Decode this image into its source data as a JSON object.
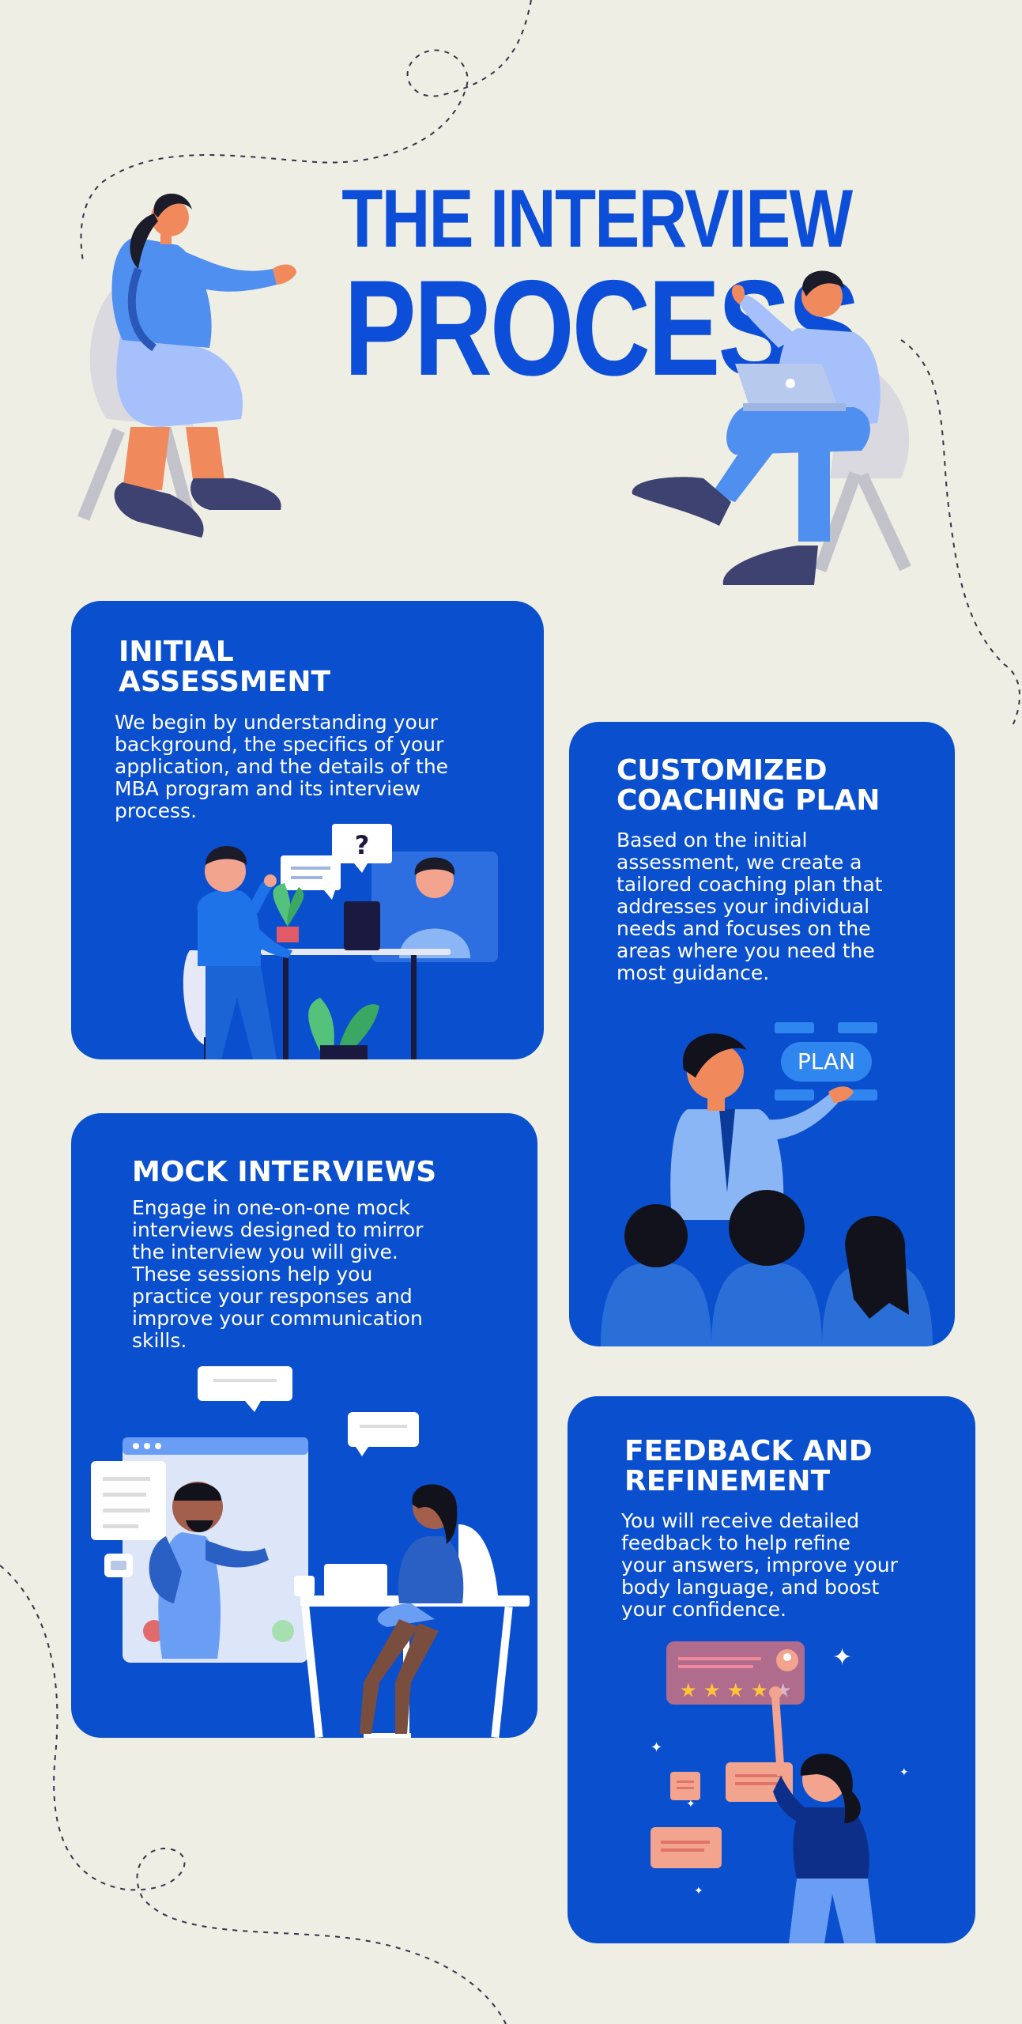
{
  "header": {
    "title_line1": "THE INTERVIEW",
    "title_line2": "PROCESS"
  },
  "cards": {
    "initial": {
      "title_line1": "INITIAL",
      "title_line2": "ASSESSMENT",
      "body": [
        "We begin by understanding your",
        "background, the specifics of your",
        "application, and the details of the",
        "MBA program and its interview",
        "process."
      ]
    },
    "coaching": {
      "title_line1": "CUSTOMIZED",
      "title_line2": "COACHING PLAN",
      "body": [
        "Based on the initial",
        "assessment, we create a",
        "tailored coaching plan that",
        "addresses your individual",
        "needs and focuses on the",
        "areas where you need the",
        "most guidance."
      ],
      "badge": "PLAN"
    },
    "mock": {
      "title_line1": "MOCK INTERVIEWS",
      "body": [
        "Engage in one-on-one mock",
        "interviews designed to mirror",
        "the interview you will give.",
        "These sessions help you",
        "practice your responses and",
        "improve your communication",
        "skills."
      ]
    },
    "feedback": {
      "title_line1": "FEEDBACK AND",
      "title_line2": "REFINEMENT",
      "body": [
        "You will receive detailed",
        "feedback to help refine",
        "your answers, improve your",
        "body language, and boost",
        "your confidence."
      ]
    }
  },
  "colors": {
    "background": "#eeeee4",
    "card_blue": "#0a4fce",
    "title_blue": "#0d4ed8",
    "accent_light_blue": "#6a9ef5"
  },
  "icons": {
    "question_bubble": "question-mark-icon",
    "rating": "star-rating-icon"
  }
}
